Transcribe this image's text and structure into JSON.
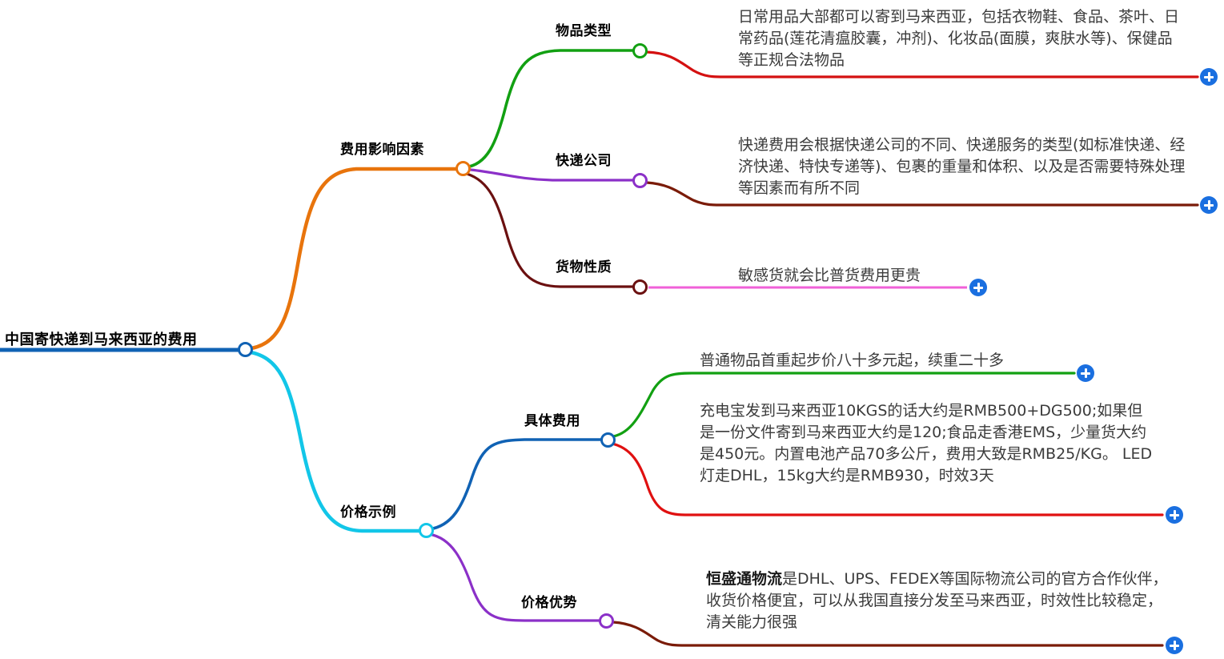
{
  "title": "中国寄快递到马来西亚的费用 思维导图",
  "colors": {
    "root": "#1062b4",
    "branch_fee_factors": "#e8740c",
    "branch_price_examples": "#12c6e8",
    "item_type": "#12a012",
    "item_type_wire": "#d41010",
    "courier_company": "#8b30c8",
    "courier_company_wire": "#7a1b08",
    "cargo_nature": "#6b1010",
    "cargo_nature_wire": "#f060d8",
    "specific_cost": "#1062b4",
    "specific_cost_wire_1": "#12a012",
    "specific_cost_wire_2": "#e01010",
    "price_advantage": "#8b30c8",
    "price_advantage_wire": "#7a1b08",
    "plus_button": "#1a6fe0",
    "leaf_text": "#3b3b3b"
  },
  "root": {
    "label": "中国寄快递到马来西亚的费用"
  },
  "branches": [
    {
      "id": "fee-factors",
      "label": "费用影响因素",
      "children": [
        {
          "id": "item-type",
          "label": "物品类型",
          "body": "日常用品大部都可以寄到马来西亚，包括衣物鞋、食品、茶叶、日常药品(莲花清瘟胶囊，冲剂)、化妆品(面膜，爽肤水等)、保健品等正规合法物品",
          "expand_label": "+"
        },
        {
          "id": "courier-company",
          "label": "快递公司",
          "body": "快递费用会根据快递公司的不同、快递服务的类型(如标准快递、经济快递、特快专递等)、包裹的重量和体积、以及是否需要特殊处理等因素而有所不同",
          "expand_label": "+"
        },
        {
          "id": "cargo-nature",
          "label": "货物性质",
          "body": "敏感货就会比普货费用更贵",
          "expand_label": "+"
        }
      ]
    },
    {
      "id": "price-examples",
      "label": "价格示例",
      "children": [
        {
          "id": "specific-cost",
          "label": "具体费用",
          "body_1": "普通物品首重起步价八十多元起，续重二十多",
          "body_2": "充电宝发到马来西亚10KGS的话大约是RMB500+DG500;如果但是一份文件寄到马来西亚大约是120;食品走香港EMS，少量货大约是450元。内置电池产品70多公斤，费用大致是RMB25/KG。 LED灯走DHL，15kg大约是RMB930，时效3天",
          "expand_label_1": "+",
          "expand_label_2": "+"
        },
        {
          "id": "price-advantage",
          "label": "价格优势",
          "body_bold": "恒盛通物流",
          "body": "是DHL、UPS、FEDEX等国际物流公司的官方合作伙伴，收货价格便宜，可以从我国直接分发至马来西亚，时效性比较稳定，清关能力很强",
          "expand_label": "+"
        }
      ]
    }
  ]
}
